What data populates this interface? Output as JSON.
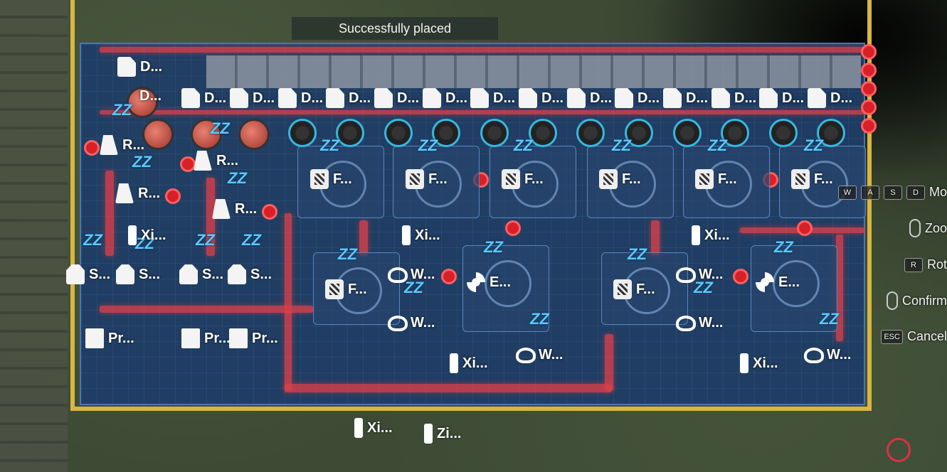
{
  "toast": "Successfully placed",
  "controls": {
    "move_keys": [
      "W",
      "A",
      "S",
      "D"
    ],
    "move_label": "Mo",
    "zoom_label": "Zoo",
    "rotate_key": "R",
    "rotate_label": "Rot",
    "confirm_label": "Confirm",
    "cancel_key": "ESC",
    "cancel_label": "Cancel"
  },
  "buildings": {
    "depot_top": "D...",
    "depots": [
      "D...",
      "D...",
      "D...",
      "D...",
      "D...",
      "D...",
      "D...",
      "D...",
      "D...",
      "D...",
      "D...",
      "D...",
      "D...",
      "D...",
      "D..."
    ],
    "refiners": [
      "R...",
      "R...",
      "R...",
      "R..."
    ],
    "xi_nodes": [
      "Xi...",
      "Xi...",
      "Xi...",
      "Xi...",
      "Xi...",
      "Xi..."
    ],
    "storage": [
      "S...",
      "S...",
      "S...",
      "S..."
    ],
    "printers": [
      "Pr...",
      "Pr...",
      "Pr..."
    ],
    "fabricators": [
      "F...",
      "F...",
      "F...",
      "F...",
      "F...",
      "F...",
      "F...",
      "F..."
    ],
    "water": [
      "W...",
      "W...",
      "W...",
      "W...",
      "W...",
      "W..."
    ],
    "exchangers": [
      "E...",
      "E..."
    ],
    "zi_node": "Zi..."
  },
  "sleep_label": "ZZ"
}
